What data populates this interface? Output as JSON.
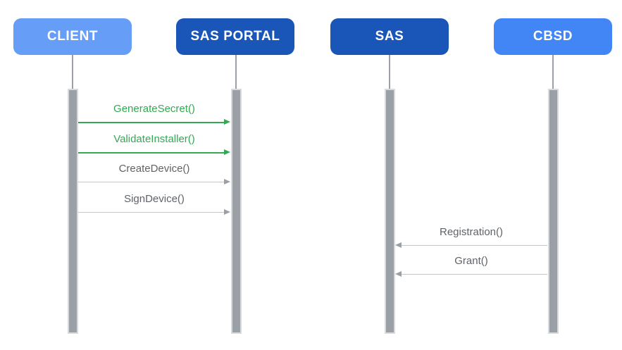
{
  "diagram": {
    "type": "sequence-diagram",
    "background": "#FFFFFF",
    "actors": [
      {
        "id": "client",
        "label": "CLIENT",
        "box_color": "#669DF6",
        "text_color": "#FFFFFF"
      },
      {
        "id": "sas-portal",
        "label": "SAS PORTAL",
        "box_color": "#1A56B8",
        "text_color": "#FFFFFF"
      },
      {
        "id": "sas",
        "label": "SAS",
        "box_color": "#1A56B8",
        "text_color": "#FFFFFF"
      },
      {
        "id": "cbsd",
        "label": "CBSD",
        "box_color": "#4285F4",
        "text_color": "#FFFFFF"
      }
    ],
    "lifeline_color": "#9AA0A6",
    "activation_bar_color": "#9AA0A6",
    "activation_bar_border_color": "#D7D9DC",
    "messages": [
      {
        "label": "GenerateSecret()",
        "from": "CLIENT",
        "to": "SAS PORTAL",
        "direction": "right",
        "text_color": "#34A853",
        "line_color": "#34A853",
        "head_color": "#34A853"
      },
      {
        "label": "ValidateInstaller()",
        "from": "CLIENT",
        "to": "SAS PORTAL",
        "direction": "right",
        "text_color": "#34A853",
        "line_color": "#34A853",
        "head_color": "#34A853"
      },
      {
        "label": "CreateDevice()",
        "from": "CLIENT",
        "to": "SAS PORTAL",
        "direction": "right",
        "text_color": "#5F6368",
        "line_color": "#C4C7CA",
        "head_color": "#9AA0A6"
      },
      {
        "label": "SignDevice()",
        "from": "CLIENT",
        "to": "SAS PORTAL",
        "direction": "right",
        "text_color": "#5F6368",
        "line_color": "#C4C7CA",
        "head_color": "#9AA0A6"
      },
      {
        "label": "Registration()",
        "from": "CBSD",
        "to": "SAS",
        "direction": "left",
        "text_color": "#5F6368",
        "line_color": "#C4C7CA",
        "head_color": "#9AA0A6"
      },
      {
        "label": "Grant()",
        "from": "CBSD",
        "to": "SAS",
        "direction": "left",
        "text_color": "#5F6368",
        "line_color": "#C4C7CA",
        "head_color": "#9AA0A6"
      }
    ]
  }
}
